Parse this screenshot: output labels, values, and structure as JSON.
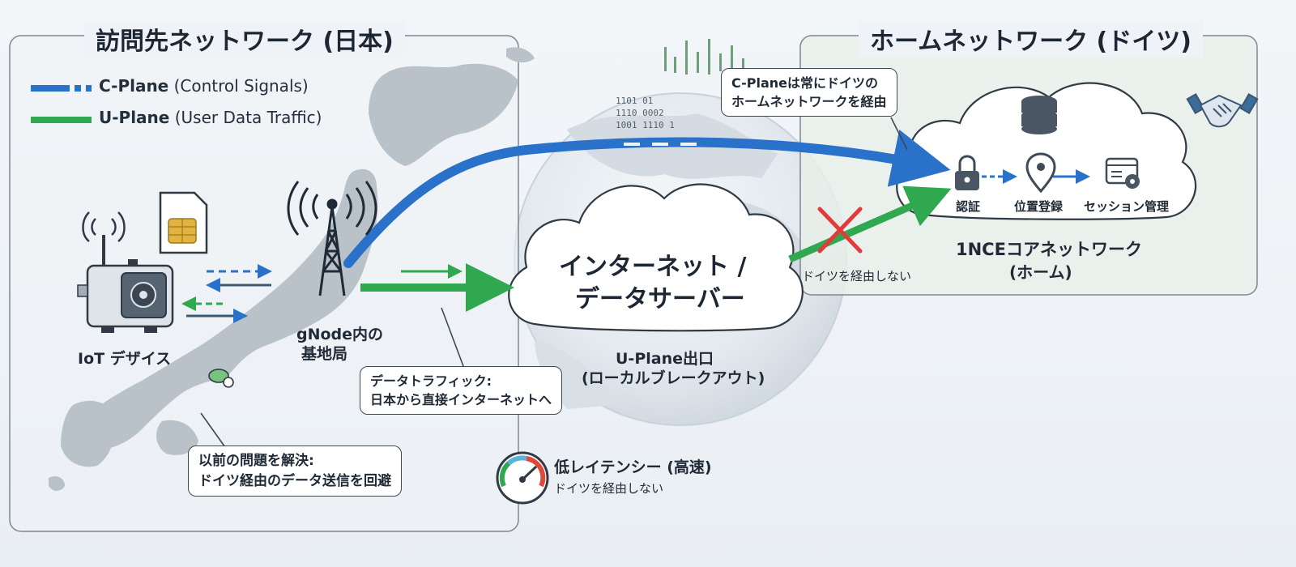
{
  "regions": {
    "visited": "訪問先ネットワーク (日本)",
    "home": "ホームネットワーク (ドイツ)"
  },
  "legend": {
    "cplane_name": "C-Plane",
    "cplane_desc": " (Control Signals)",
    "uplane_name": "U-Plane",
    "uplane_desc": " (User Data Traffic)"
  },
  "devices": {
    "iot": "IoT デザイス",
    "gnode_line1": "gNode内の",
    "gnode_line2": "基地局"
  },
  "internet_cloud": {
    "line1": "インターネット /",
    "line2": "データサーバー"
  },
  "uplane_exit": {
    "line1": "U-Plane出口",
    "line2": "(ローカルブレークアウト)"
  },
  "callouts": {
    "data_traffic_line1": "データトラフィック:",
    "data_traffic_line2": "日本から直接インターネットへ",
    "resolved_line1": "以前の問題を解決:",
    "resolved_line2": "ドイツ経由のデータ送信を回避",
    "cplane_line1": "C-Planeは常にドイツの",
    "cplane_line2": "ホームネットワークを経由"
  },
  "latency": {
    "title": "低レイテンシー (高速)",
    "sub": "ドイツを経由しない"
  },
  "blocked_label": "ドイツを経由しない",
  "home_core": {
    "step1": "認証",
    "step2": "位置登録",
    "step3": "セッション管理",
    "title_line1": "1NCEコアネットワーク",
    "title_line2": "(ホーム)"
  },
  "binary": [
    "1101  01",
    "1110  0002",
    "1001  1110  1"
  ],
  "colors": {
    "cplane": "#2a72c9",
    "uplane": "#2fa84f",
    "block": "#e03a3a",
    "region_border": "#7c8793"
  },
  "icons": [
    "sim-card-icon",
    "iot-device-icon",
    "cell-tower-icon",
    "server-icon",
    "lock-icon",
    "location-pin-icon",
    "session-management-icon",
    "handshake-icon",
    "speedometer-icon",
    "block-x-icon"
  ]
}
